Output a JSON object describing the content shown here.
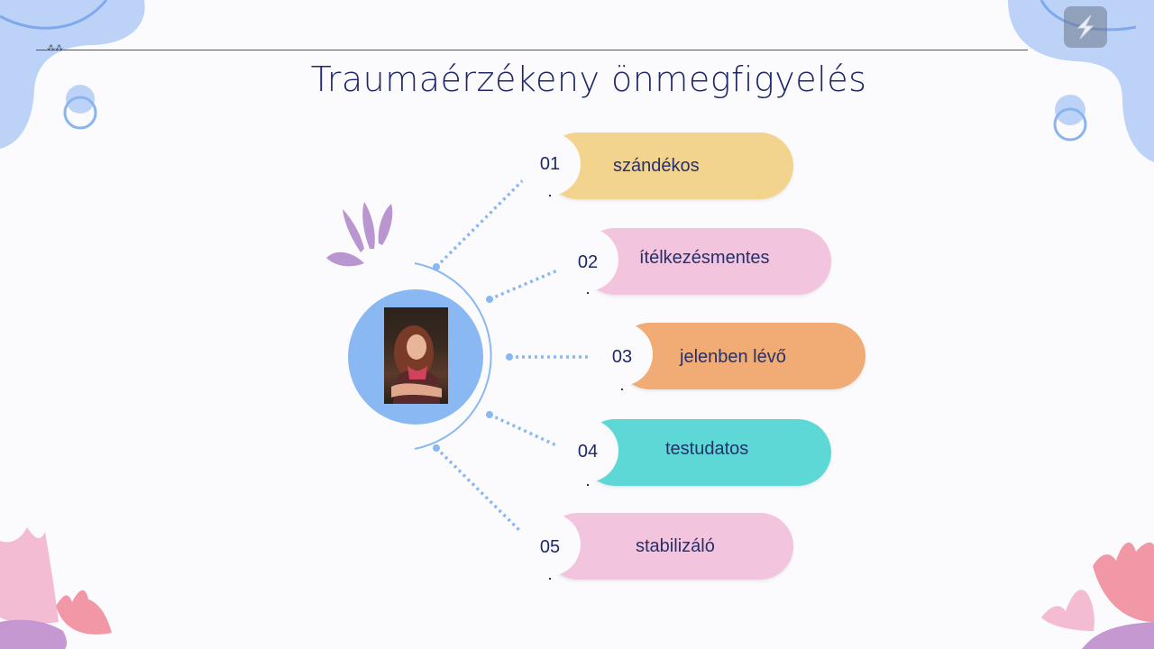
{
  "title": "Traumaérzékeny önmegfigyelés",
  "colors": {
    "accent_blue": "#8ab8f2",
    "title_text": "#1f2768",
    "connector": "#8ab8f2"
  },
  "items": [
    {
      "number": "01",
      "label": "szándékos",
      "color": "#f3d48f"
    },
    {
      "number": "02",
      "label": "ítélkezésmentes",
      "color": "#f2c4dd"
    },
    {
      "number": "03",
      "label": "jelenben lévő",
      "color": "#f1ab74"
    },
    {
      "number": "04",
      "label": "testudatos",
      "color": "#5dd8d6"
    },
    {
      "number": "05",
      "label": "stabilizáló",
      "color": "#f2c4dd"
    }
  ],
  "icons": {
    "share": "share-icon",
    "portrait": "portrait-photo"
  }
}
